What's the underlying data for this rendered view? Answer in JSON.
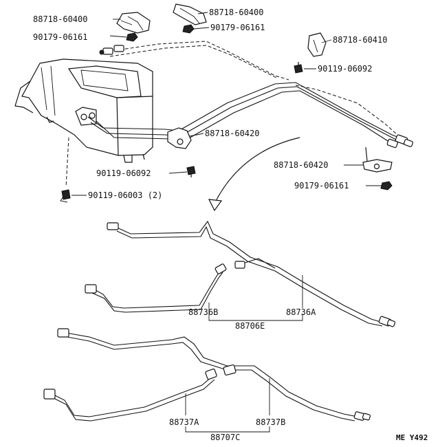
{
  "callouts": {
    "clamp_top_left": "88718-60400",
    "nut_top_left": "90179-06161",
    "clamp_top_center": "88718-60400",
    "nut_top_center": "90179-06161",
    "clamp_right": "88718-60410",
    "bolt_right": "90119-06092",
    "clamp_middle": "88718-60420",
    "clamp_lower_right": "88718-60420",
    "bolt_left": "90119-06092",
    "nut_lower_right": "90179-06161",
    "bolt_lower_left": "90119-06003 (2)"
  },
  "assemblies": {
    "upper": {
      "tube_b": "88736B",
      "tube_a": "88736A",
      "set": "88706E"
    },
    "lower": {
      "tube_a": "88737A",
      "tube_b": "88737B",
      "set": "88707C"
    }
  },
  "figure_code": "ME Y492"
}
